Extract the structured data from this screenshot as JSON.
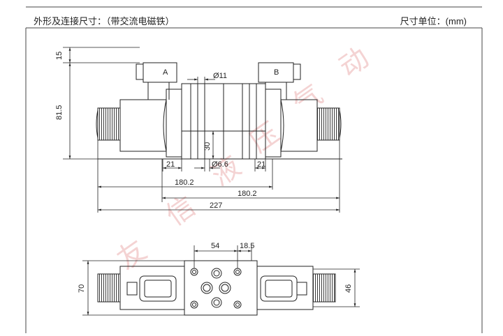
{
  "header": {
    "left_title": "外形及连接尺寸：（带交流电磁铁）",
    "right_title": "尺寸单位：(mm)"
  },
  "labels": {
    "coil_a": "A",
    "coil_b": "B"
  },
  "dimensions": {
    "d15": "15",
    "d81_5": "81.5",
    "d11": "Ø11",
    "d30": "30",
    "d6_6": "Ø6.6",
    "d21_left": "21",
    "d21_right": "21",
    "d180_2_left": "180.2",
    "d180_2_right": "180.2",
    "d227": "227",
    "d54": "54",
    "d18_5": "18.5",
    "d70": "70",
    "d46": "46"
  },
  "watermark": [
    "友",
    "信",
    "液",
    "压",
    "气",
    "动"
  ],
  "colors": {
    "line": "#222222",
    "watermark": "#e8a0a0"
  }
}
